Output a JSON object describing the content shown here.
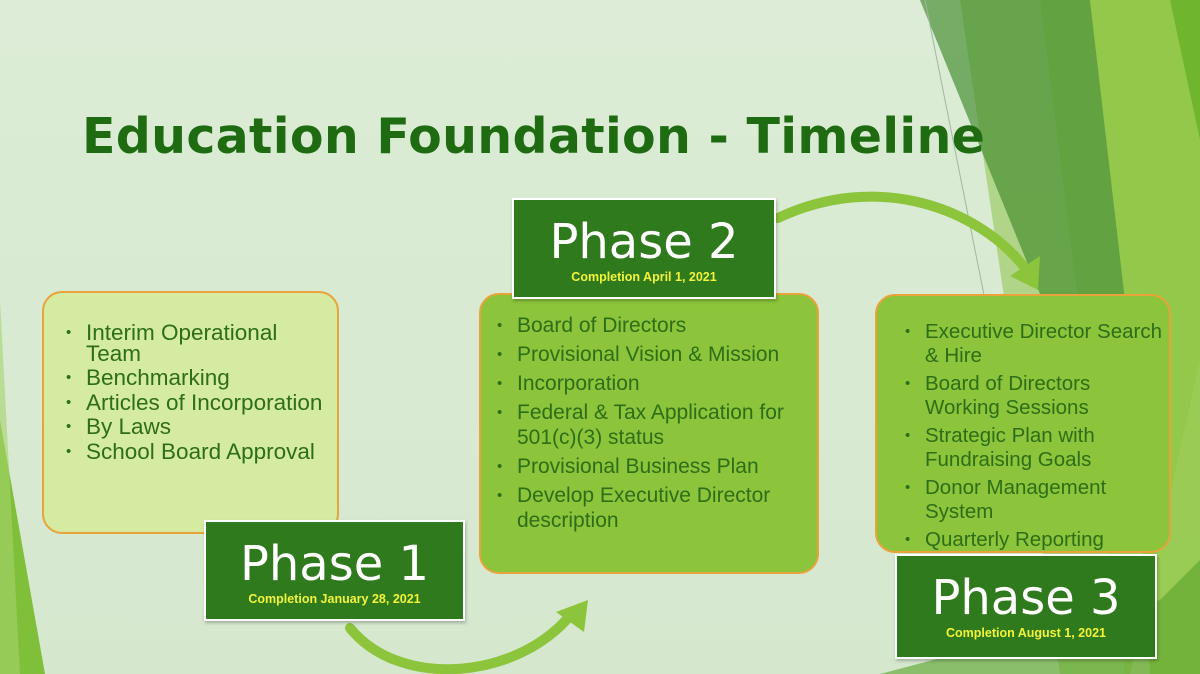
{
  "title": "Education Foundation - Timeline",
  "colors": {
    "title": "#1e6b12",
    "phase_box": "#2f7a1c",
    "phase_date": "#f3f33a",
    "content_box_light": "#d4eba1",
    "content_box": "#8cc43b",
    "box_border": "#e8a33a",
    "arrow": "#8cc43b",
    "text": "#2e6e18"
  },
  "phases": [
    {
      "name": "Phase 1",
      "completion": "Completion January 28, 2021",
      "items": [
        "Interim Operational Team",
        "Benchmarking",
        "Articles of Incorporation",
        "By Laws",
        "School Board Approval"
      ]
    },
    {
      "name": "Phase 2",
      "completion": "Completion April 1, 2021",
      "items": [
        "Board of Directors",
        "Provisional Vision & Mission",
        "Incorporation",
        "Federal & Tax Application for 501(c)(3) status",
        "Provisional Business Plan",
        "Develop Executive Director description"
      ]
    },
    {
      "name": "Phase 3",
      "completion": "Completion August 1, 2021",
      "items": [
        "Executive Director Search & Hire",
        "Board of Directors Working Sessions",
        "Strategic Plan with Fundraising Goals",
        "Donor Management System",
        "Quarterly Reporting"
      ]
    }
  ]
}
